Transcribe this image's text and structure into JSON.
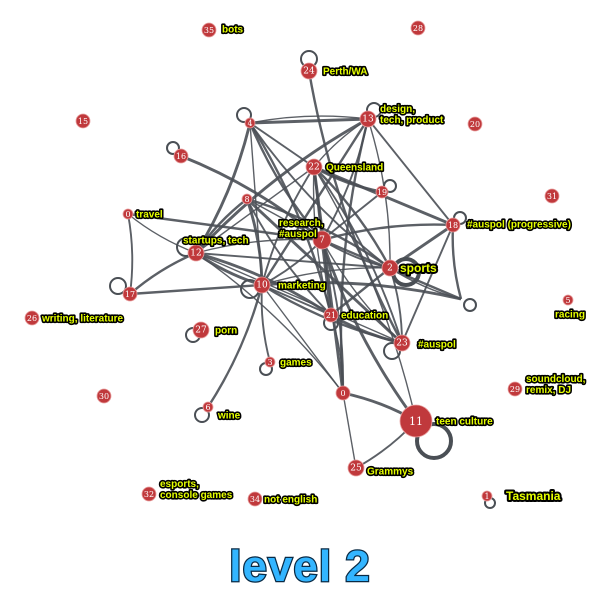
{
  "title": "level 2",
  "colors": {
    "node": "#c0393c",
    "node_stroke": "#e8a0a0",
    "edge": "#4a4f55",
    "label_fill": "#e6ff00",
    "label_stroke": "#000000",
    "title": "#33b5ff"
  },
  "nodes": [
    {
      "id": "0",
      "label": "travel"
    },
    {
      "id": "1",
      "label": "Tasmania"
    },
    {
      "id": "2",
      "label": "sports"
    },
    {
      "id": "3",
      "label": "games"
    },
    {
      "id": "4",
      "label": ""
    },
    {
      "id": "5",
      "label": "racing"
    },
    {
      "id": "6",
      "label": "wine"
    },
    {
      "id": "7",
      "label": "research,\n#auspol"
    },
    {
      "id": "8",
      "label": ""
    },
    {
      "id": "10",
      "label": "marketing"
    },
    {
      "id": "11",
      "label": "teen culture"
    },
    {
      "id": "12",
      "label": "startups, tech"
    },
    {
      "id": "13",
      "label": "design,\ntech, product"
    },
    {
      "id": "15",
      "label": ""
    },
    {
      "id": "16",
      "label": ""
    },
    {
      "id": "17",
      "label": ""
    },
    {
      "id": "18",
      "label": "#auspol (progressive)"
    },
    {
      "id": "19",
      "label": ""
    },
    {
      "id": "20",
      "label": ""
    },
    {
      "id": "21",
      "label": "education"
    },
    {
      "id": "22",
      "label": "Queensland"
    },
    {
      "id": "23",
      "label": "#auspol"
    },
    {
      "id": "24",
      "label": "Perth/WA"
    },
    {
      "id": "25",
      "label": "Grammys"
    },
    {
      "id": "26",
      "label": "writing, literature"
    },
    {
      "id": "27",
      "label": "porn"
    },
    {
      "id": "28",
      "label": ""
    },
    {
      "id": "29",
      "label": "soundcloud,\nremix, DJ"
    },
    {
      "id": "30",
      "label": ""
    },
    {
      "id": "31",
      "label": ""
    },
    {
      "id": "32",
      "label": "esports,\nconsole games"
    },
    {
      "id": "34",
      "label": "not english"
    },
    {
      "id": "35",
      "label": "bots"
    },
    {
      "id": "0b",
      "label": ""
    }
  ],
  "edges": [
    [
      "4",
      "13"
    ],
    [
      "4",
      "22"
    ],
    [
      "4",
      "7"
    ],
    [
      "4",
      "12"
    ],
    [
      "4",
      "10"
    ],
    [
      "4",
      "2"
    ],
    [
      "4",
      "21"
    ],
    [
      "4",
      "13"
    ],
    [
      "13",
      "22"
    ],
    [
      "13",
      "7"
    ],
    [
      "13",
      "10"
    ],
    [
      "13",
      "12"
    ],
    [
      "13",
      "2"
    ],
    [
      "13",
      "18"
    ],
    [
      "24",
      "23"
    ],
    [
      "16",
      "7"
    ],
    [
      "22",
      "12"
    ],
    [
      "22",
      "10"
    ],
    [
      "22",
      "2"
    ],
    [
      "22",
      "18"
    ],
    [
      "22",
      "21"
    ],
    [
      "22",
      "23"
    ],
    [
      "22",
      "7"
    ],
    [
      "22",
      "19"
    ],
    [
      "22",
      "11"
    ],
    [
      "19",
      "7"
    ],
    [
      "8",
      "12"
    ],
    [
      "8",
      "10"
    ],
    [
      "8",
      "7"
    ],
    [
      "8",
      "21"
    ],
    [
      "8",
      "2"
    ],
    [
      "8",
      "23"
    ],
    [
      "0",
      "12"
    ],
    [
      "0",
      "17"
    ],
    [
      "0",
      "7"
    ],
    [
      "12",
      "10"
    ],
    [
      "12",
      "7"
    ],
    [
      "12",
      "2"
    ],
    [
      "12",
      "17"
    ],
    [
      "12",
      "21"
    ],
    [
      "12",
      "23"
    ],
    [
      "7",
      "2"
    ],
    [
      "7",
      "18"
    ],
    [
      "7",
      "21"
    ],
    [
      "7",
      "23"
    ],
    [
      "7",
      "10"
    ],
    [
      "7",
      "14"
    ],
    [
      "7",
      "11"
    ],
    [
      "10",
      "2"
    ],
    [
      "10",
      "21"
    ],
    [
      "10",
      "23"
    ],
    [
      "10",
      "14"
    ],
    [
      "10",
      "0b"
    ],
    [
      "10",
      "3"
    ],
    [
      "10",
      "6"
    ],
    [
      "2",
      "18"
    ],
    [
      "2",
      "14"
    ],
    [
      "2",
      "23"
    ],
    [
      "2",
      "21"
    ],
    [
      "21",
      "23"
    ],
    [
      "21",
      "0b"
    ],
    [
      "18",
      "23"
    ],
    [
      "18",
      "14"
    ],
    [
      "0b",
      "11"
    ],
    [
      "0b",
      "25"
    ],
    [
      "0b",
      "7"
    ],
    [
      "0b",
      "13"
    ],
    [
      "0b",
      "22"
    ],
    [
      "0b",
      "12"
    ],
    [
      "11",
      "25"
    ],
    [
      "17",
      "10"
    ]
  ],
  "self_loops": [
    "4",
    "13",
    "24",
    "16",
    "19",
    "12",
    "10",
    "2",
    "18",
    "14",
    "21",
    "23",
    "27",
    "3",
    "6",
    "11",
    "1",
    "17"
  ]
}
